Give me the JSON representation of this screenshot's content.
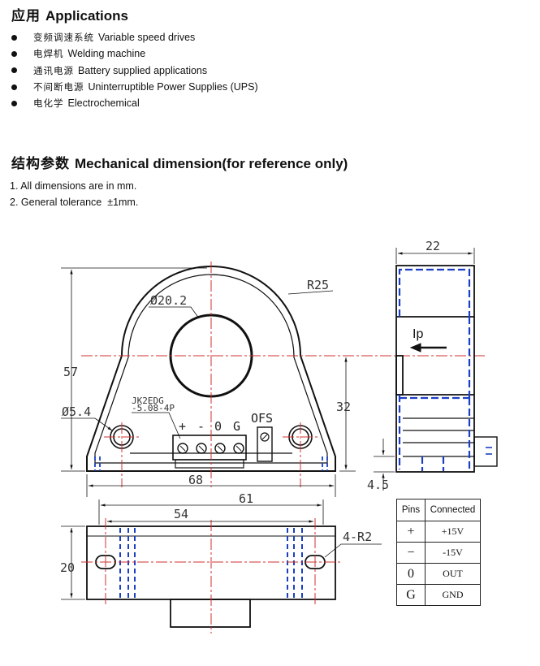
{
  "applications": {
    "title_cn": "应用",
    "title_en": "Applications",
    "items": [
      {
        "cn": "变频调速系统",
        "en": "Variable speed drives"
      },
      {
        "cn": "电焊机",
        "en": "Welding machine"
      },
      {
        "cn": "通讯电源",
        "en": "Battery supplied applications"
      },
      {
        "cn": "不间断电源",
        "en": "Uninterruptible Power Supplies (UPS)"
      },
      {
        "cn": "电化学",
        "en": "Electrochemical"
      }
    ]
  },
  "mechanical": {
    "title_cn": "结构参数",
    "title_en": "Mechanical dimension(for reference only)",
    "notes": [
      "1. All dimensions are in mm.",
      "2. General tolerance  ±1mm."
    ]
  },
  "drawing": {
    "front": {
      "height": "57",
      "hole_dia": "Ø5.4",
      "inner_dia": "Ø20.2",
      "outer_radius": "R25",
      "base_width": "68",
      "center_height": "32",
      "connector": [
        "JK2EDG",
        "-5.08-4P"
      ],
      "pin_labels": [
        "+",
        "-",
        "0",
        "G"
      ],
      "ofs": "OFS"
    },
    "side": {
      "width": "22",
      "current": "Ip",
      "base": "4.5"
    },
    "bottom": {
      "length": "61",
      "hole_pitch": "54",
      "depth": "20",
      "slot_radius": "4-R2"
    }
  },
  "pins_table": {
    "headers": [
      "Pins",
      "Connected"
    ],
    "rows": [
      {
        "pin": "+",
        "conn": "+15V"
      },
      {
        "pin": "−",
        "conn": "-15V"
      },
      {
        "pin": "0",
        "conn": "OUT"
      },
      {
        "pin": "G",
        "conn": "GND"
      }
    ]
  },
  "colors": {
    "outline": "#111111",
    "center_line": "#d03030",
    "hidden_line": "#1a3fc4"
  }
}
